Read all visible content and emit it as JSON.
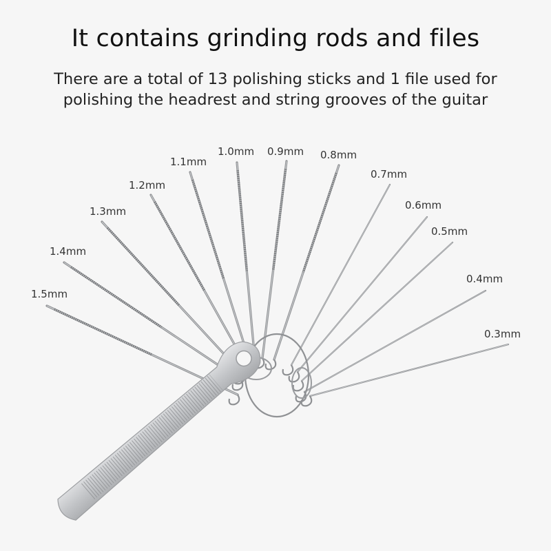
{
  "header": {
    "title": "It contains grinding rods and files",
    "subtitle_lines": [
      "There are a total of 13 polishing sticks and 1 file used for",
      "polishing the headrest and string grooves of the guitar"
    ]
  },
  "rods": [
    {
      "label": "1.5mm",
      "textured": true
    },
    {
      "label": "1.4mm",
      "textured": true
    },
    {
      "label": "1.3mm",
      "textured": true
    },
    {
      "label": "1.2mm",
      "textured": true
    },
    {
      "label": "1.1mm",
      "textured": true
    },
    {
      "label": "1.0mm",
      "textured": true
    },
    {
      "label": "0.9mm",
      "textured": true
    },
    {
      "label": "0.8mm",
      "textured": true
    },
    {
      "label": "0.7mm",
      "textured": false
    },
    {
      "label": "0.6mm",
      "textured": false
    },
    {
      "label": "0.5mm",
      "textured": false
    },
    {
      "label": "0.4mm",
      "textured": false
    },
    {
      "label": "0.3mm",
      "textured": false
    }
  ],
  "colors": {
    "background": "#f6f6f6",
    "metal": "#8e9093",
    "metal_light": "#d4d6d8",
    "file_body": "#c8cacc"
  }
}
